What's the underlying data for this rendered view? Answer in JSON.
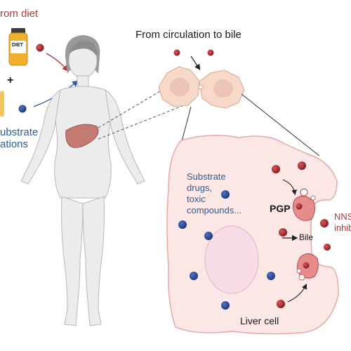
{
  "labels": {
    "from_diet": "rom diet",
    "bottle_label": "DIET",
    "plus": "+",
    "substrate_line1": "ubstrate",
    "substrate_line2": "ations",
    "circulation_title": "From circulation to bile",
    "drugs_line1": "Substrate",
    "drugs_line2": "drugs,",
    "drugs_line3": "toxic",
    "drugs_line4": "compounds...",
    "pgp": "PGP",
    "bile": "Bile",
    "nns_line1": "NNS",
    "nns_line2": "inhib",
    "liver_cell": "Liver cell"
  },
  "colors": {
    "red_text": "#b23a3a",
    "blue_text": "#2c5d9c",
    "red_molecule": "#a8242a",
    "blue_molecule": "#2f4f9a",
    "cell_fill": "#fbe8e6",
    "cell_stroke": "#e8a7a3",
    "body_fill": "#eeeeee",
    "liver_fill": "#c47a70",
    "pgp_fill": "#e58c8c"
  }
}
